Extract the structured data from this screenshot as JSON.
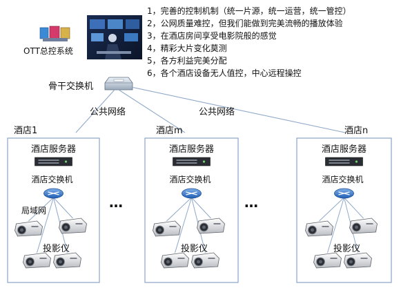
{
  "ott": {
    "label": "OTT总控系统"
  },
  "features": [
    "1，完善的控制机制（统一片源，统一运营，统一管控）",
    "2，公网质量难控，但我们能做到完美流畅的播放体验",
    "3，在酒店房间享受电影院般的感觉",
    "4，精彩大片变化莫测",
    "5，各方利益完美分配",
    "6，各个酒店设备无人值控，中心远程操控"
  ],
  "backbone": {
    "label": "骨干交换机"
  },
  "network": {
    "left_label": "公共网络",
    "right_label": "公共网络"
  },
  "ellipsis": "…",
  "hotels": [
    {
      "name": "酒店1",
      "server": "酒店服务器",
      "switch": "酒店交换机",
      "lan": "局域网",
      "projector": "投影仪"
    },
    {
      "name": "酒店m",
      "server": "酒店服务器",
      "switch": "酒店交换机",
      "lan": "",
      "projector": "投影仪"
    },
    {
      "name": "酒店n",
      "server": "酒店服务器",
      "switch": "酒店交换机",
      "lan": "",
      "projector": "投影仪"
    }
  ]
}
